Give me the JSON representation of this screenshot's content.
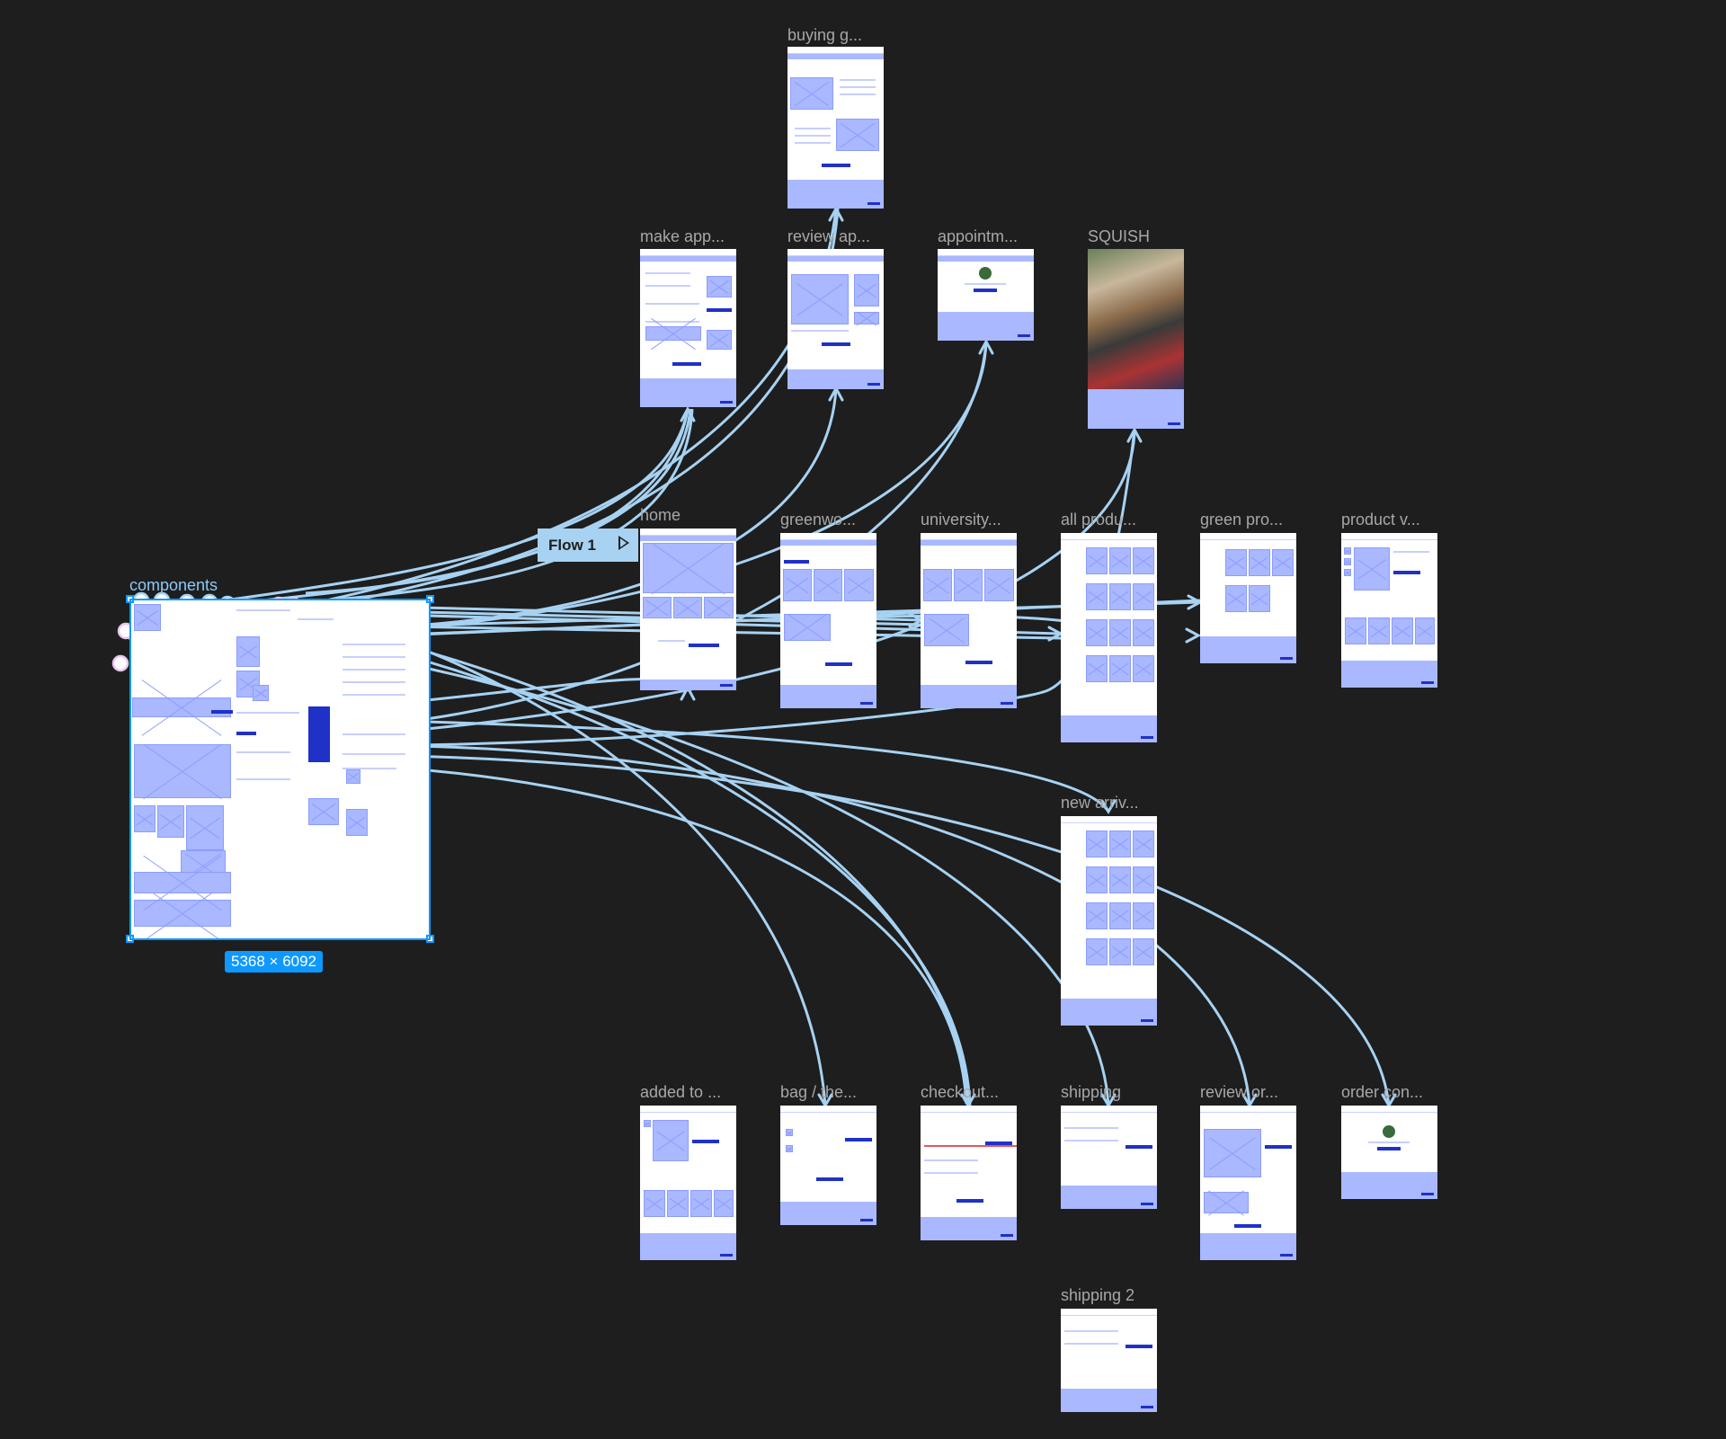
{
  "canvas": {
    "background": "#1e1e1e"
  },
  "components": {
    "label": "components",
    "size_badge": "5368 × 6092"
  },
  "flow": {
    "label": "Flow 1"
  },
  "frames": [
    {
      "id": "buying",
      "label": "buying g..."
    },
    {
      "id": "make",
      "label": "make app..."
    },
    {
      "id": "review_ap",
      "label": "review ap..."
    },
    {
      "id": "appointm",
      "label": "appointm..."
    },
    {
      "id": "squish",
      "label": "SQUISH"
    },
    {
      "id": "home",
      "label": "home"
    },
    {
      "id": "greenwo",
      "label": "greenwo..."
    },
    {
      "id": "university",
      "label": "university..."
    },
    {
      "id": "allprod",
      "label": "all produ..."
    },
    {
      "id": "greenpro",
      "label": "green pro..."
    },
    {
      "id": "productv",
      "label": "product v..."
    },
    {
      "id": "newarriv",
      "label": "new arriv..."
    },
    {
      "id": "addedto",
      "label": "added to ..."
    },
    {
      "id": "bag",
      "label": "bag / the..."
    },
    {
      "id": "checkout",
      "label": "checkout..."
    },
    {
      "id": "shipping",
      "label": "shipping"
    },
    {
      "id": "reviewor",
      "label": "review or..."
    },
    {
      "id": "orderconf",
      "label": "order con..."
    },
    {
      "id": "shipping2",
      "label": "shipping 2"
    }
  ],
  "colors": {
    "accent": "#0d99ff",
    "connector": "#a7d2f2",
    "wireframe": "#a9b8ff",
    "primary_btn": "#1f31c7"
  }
}
